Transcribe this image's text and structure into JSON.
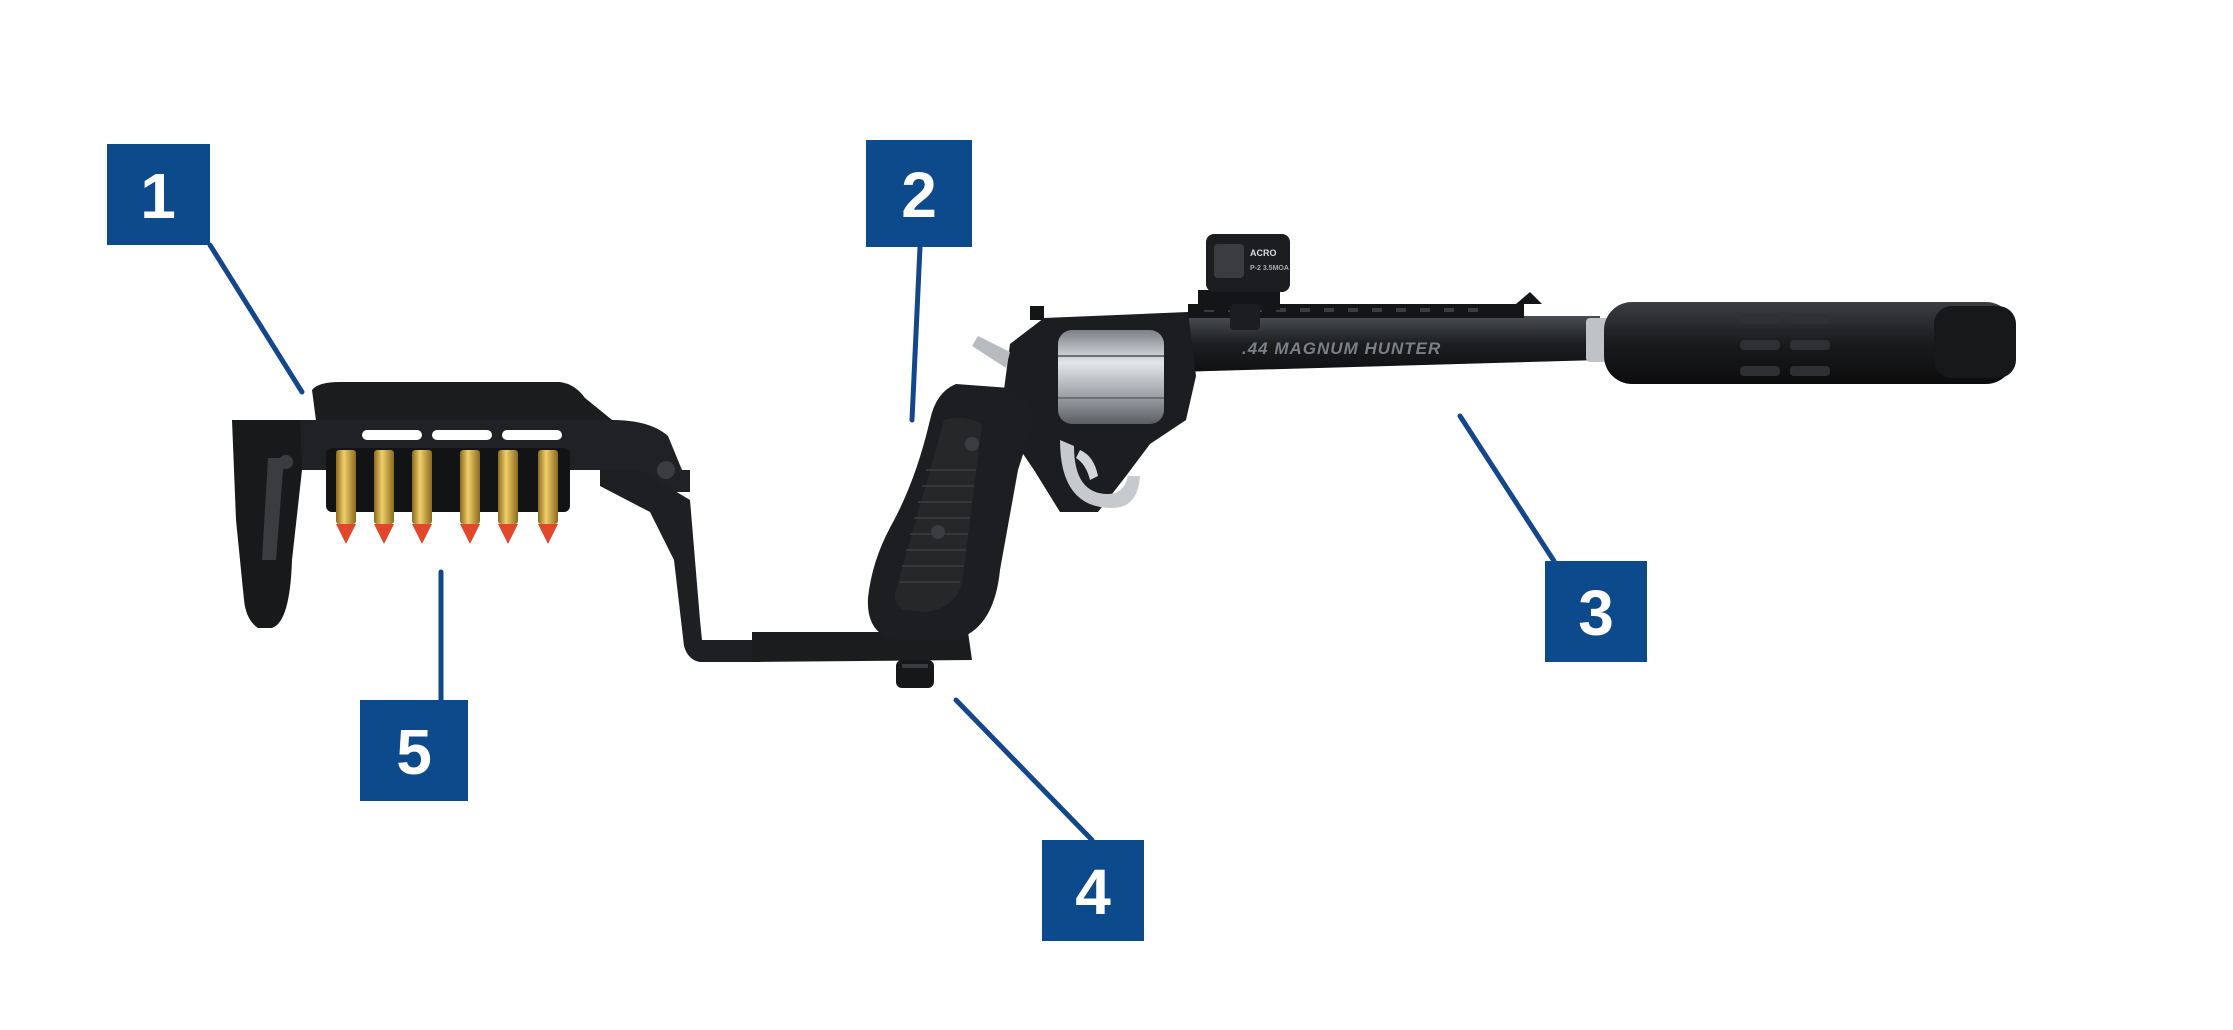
{
  "engraving": ".44 MAGNUM HUNTER",
  "optic_brand": "ACRO",
  "optic_model": "P-2 3.5MOA",
  "callouts": [
    "1",
    "2",
    "3",
    "4",
    "5"
  ],
  "colors": {
    "callout_fill": "#0d4a8b",
    "leader": "#13468a",
    "firearm": "#1b1c1e",
    "firearm_highlight": "#3a3c40",
    "cylinder": "#b9bdc2",
    "brass": "#c9a23c",
    "bullet_tip": "#e0472b"
  }
}
